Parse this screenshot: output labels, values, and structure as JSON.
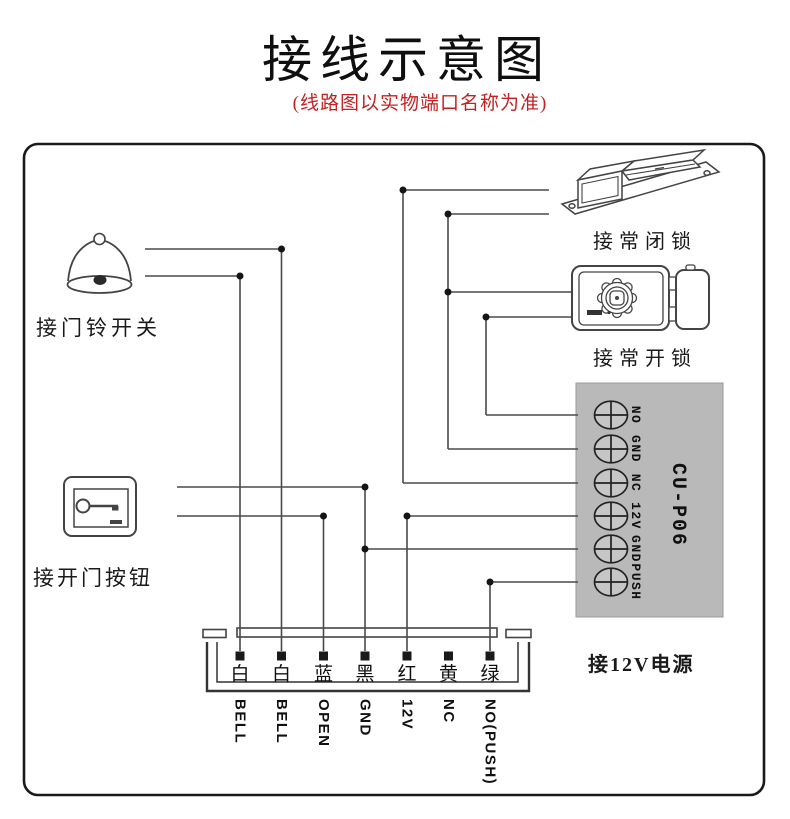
{
  "title": "接线示意图",
  "subtitle": "(线路图以实物端口名称为准)",
  "labels": {
    "doorbell": "接门铃开关",
    "exit_button": "接开门按钮",
    "nc_lock": "接常闭锁",
    "no_lock": "接常开锁",
    "power": "接12V电源"
  },
  "terminal_block": {
    "model": "CU-P06",
    "terminals": [
      "NO",
      "GND",
      "NC",
      "12V",
      "GND",
      "PUSH"
    ]
  },
  "wire_strip": {
    "wire_colors_cn": [
      "白",
      "白",
      "蓝",
      "黑",
      "红",
      "黄",
      "绿"
    ],
    "wire_signals": [
      "BELL",
      "BELL",
      "OPEN",
      "GND",
      "12V",
      "NC",
      "NO(PUSH)"
    ]
  },
  "colors": {
    "line": "#444444",
    "block_fill": "#b9b9b9",
    "subtitle_red": "#c32222"
  }
}
